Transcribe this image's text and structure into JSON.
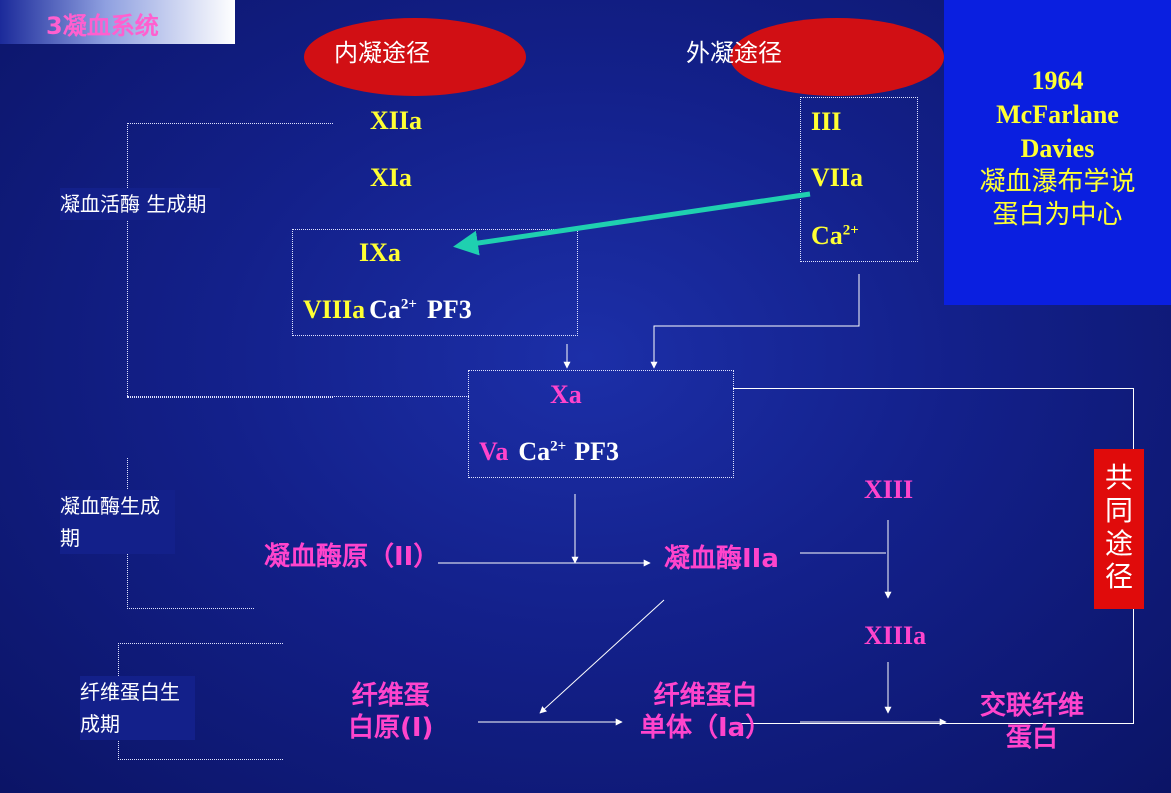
{
  "title": "3凝血系统",
  "intrinsic_label": "内凝途径",
  "extrinsic_label": "外凝途径",
  "phase1_label": "凝血活酶 生成期",
  "phase2_label": "凝血酶生成期",
  "phase3_label": "纤维蛋白生成期",
  "factors": {
    "xiia": "XIIa",
    "xia": "XIa",
    "iii": "III",
    "viia": "VIIa",
    "ca_ext": "Ca",
    "ixa": "IXa",
    "viiia_group": "VIIIa",
    "ca1": "Ca",
    "pf3_1": "PF3",
    "xa": "Xa",
    "va": "Va",
    "ca2": "Ca",
    "pf3_2": "PF3",
    "ca_sup": "2+",
    "xiii": "XIII",
    "xiiia": "XIIIa"
  },
  "prothrombin": "凝血酶原（II）",
  "thrombin": "凝血酶IIa",
  "fibrinogen_line1": "纤维蛋",
  "fibrinogen_line2": "白原(I)",
  "monomer_line1": "纤维蛋白",
  "monomer_line2": "单体（Ia）",
  "crosslinked_line1": "交联纤维",
  "crosslinked_line2": "蛋白",
  "info_box": {
    "year": "1964",
    "name1": "McFarlane",
    "name2": "Davies",
    "theory": "凝血瀑布学说",
    "theory2": "蛋白为中心"
  },
  "common_path": "共同途径",
  "colors": {
    "background": "#13208a",
    "ellipse": "#d10f14",
    "yellow": "#ffff33",
    "magenta": "#ff44cc",
    "info_bg": "#0a1fe0",
    "common_bg": "#e00b0b",
    "arrow": "#1fd0b0"
  }
}
